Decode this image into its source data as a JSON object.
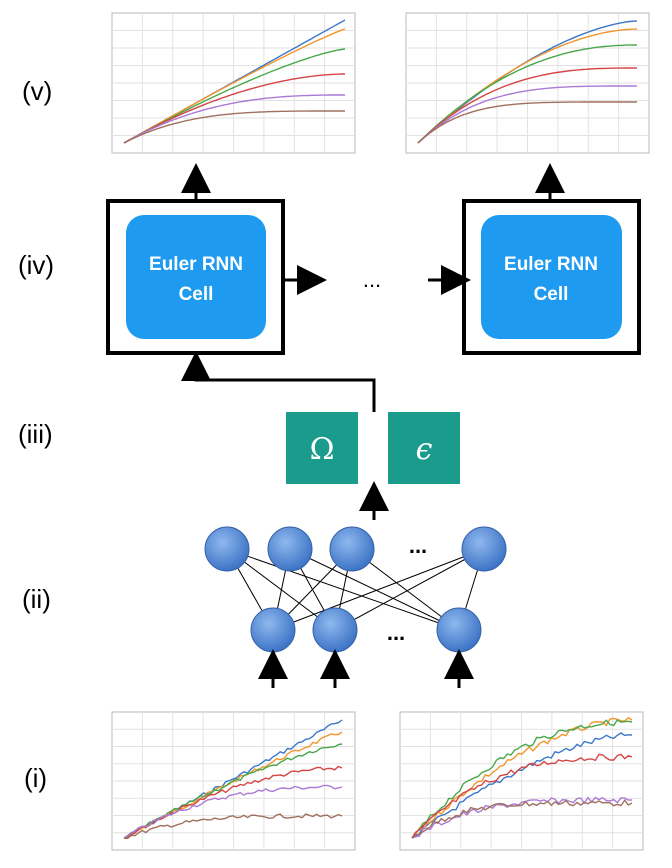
{
  "stage_labels": {
    "v": "(v)",
    "iv": "(iv)",
    "iii": "(iii)",
    "ii": "(ii)",
    "i": "(i)"
  },
  "rnn": {
    "cell_line1": "Euler RNN",
    "cell_line2": "Cell",
    "ellipsis": "...",
    "cell_color": "#1e9bf0"
  },
  "params": {
    "omega": "Ω",
    "epsilon": "ϵ",
    "box_color": "#1a9b8b"
  },
  "network": {
    "ellipsis_top": "...",
    "ellipsis_bottom": "...",
    "node_color": "#4a86d8"
  },
  "series_colors": [
    "#3b78c9",
    "#f2962c",
    "#4aa84a",
    "#d64545",
    "#a97ad6",
    "#a0705e"
  ]
}
